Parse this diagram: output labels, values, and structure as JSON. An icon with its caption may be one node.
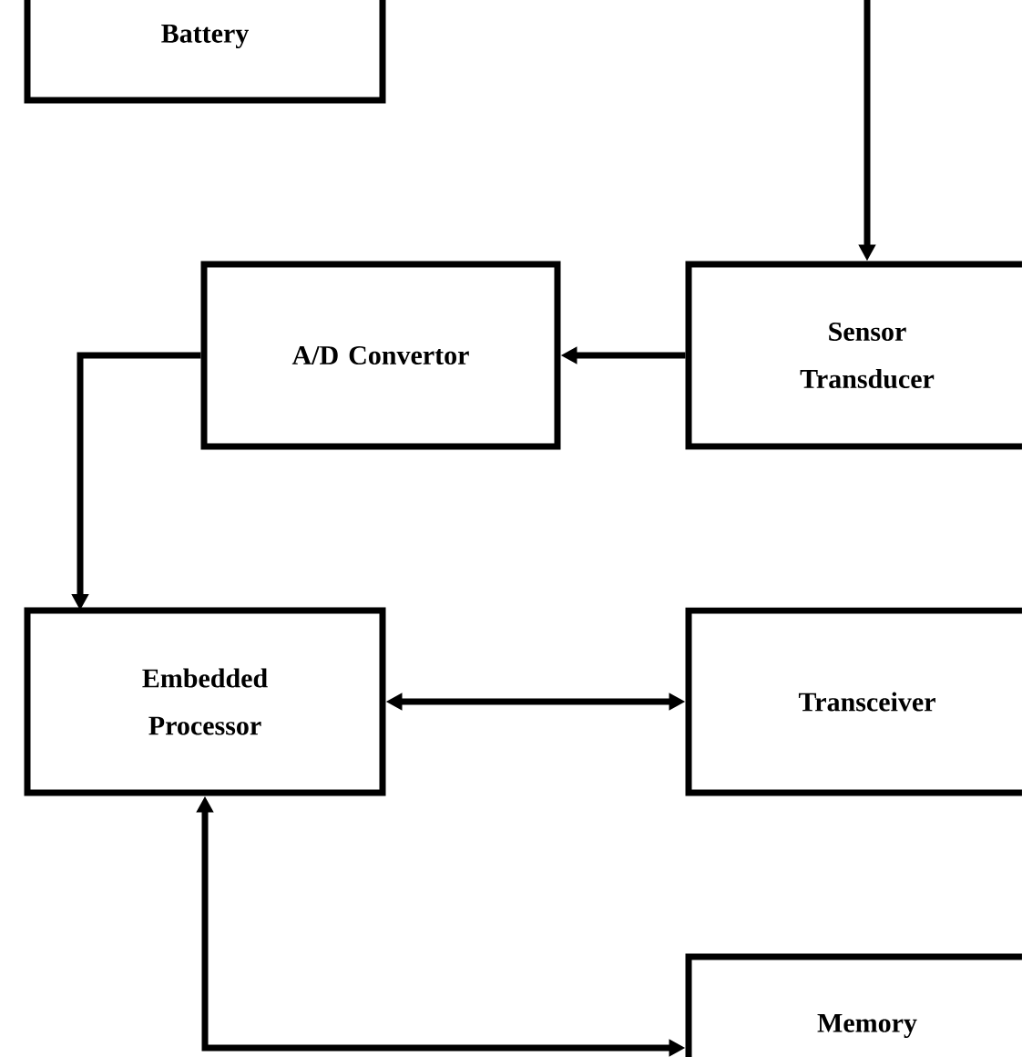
{
  "diagram": {
    "nodes": [
      {
        "text": [
          "Battery"
        ]
      },
      {
        "text": [
          "A/D Convertor"
        ]
      },
      {
        "text": [
          "Sensor Transducer"
        ]
      },
      {
        "text": [
          "Embedded Processor"
        ]
      },
      {
        "text": [
          "Transceiver"
        ]
      },
      {
        "text": [
          "Memory"
        ]
      }
    ],
    "edges": [
      {
        "from": null,
        "to": 2,
        "arrow": "to"
      },
      {
        "from": 2,
        "to": 1,
        "arrow": "to"
      },
      {
        "from": 1,
        "to": 3,
        "arrow": "to"
      },
      {
        "from": 3,
        "to": 4,
        "arrow": "both"
      },
      {
        "from": 3,
        "to": 5,
        "arrow": "both"
      }
    ]
  }
}
